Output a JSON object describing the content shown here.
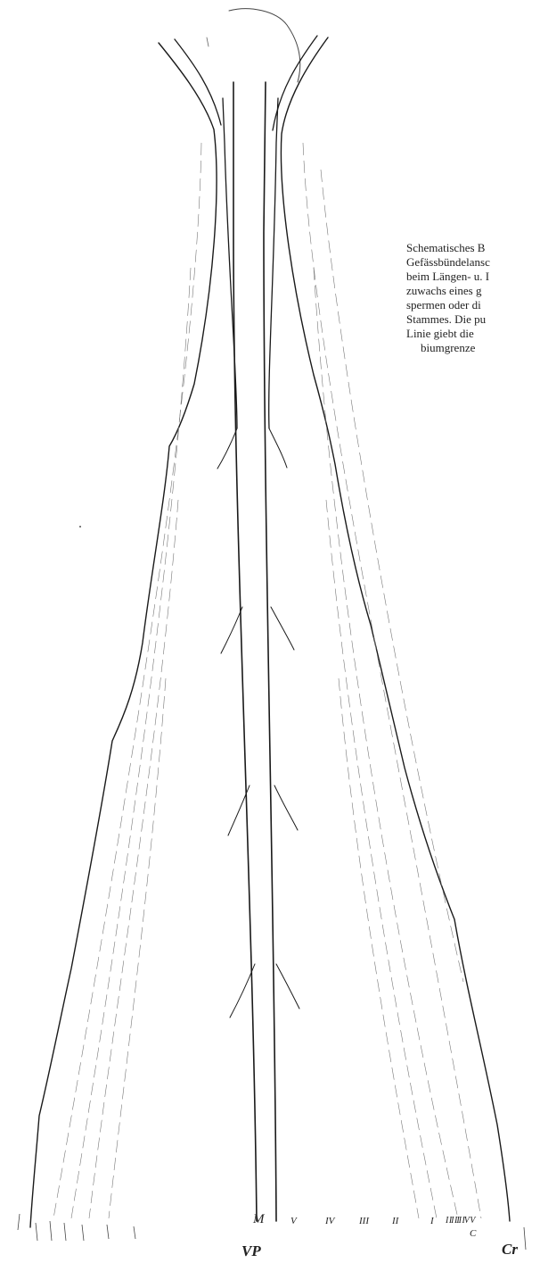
{
  "caption": {
    "lines": [
      "Schematisches B",
      "Gefässbündelansc",
      "beim Längen- u. I",
      "zuwachs eines g",
      "spermen oder di",
      "Stammes. Die pu",
      "Linie giebt die",
      "biumgrenze"
    ]
  },
  "labels": {
    "m": "M",
    "v": "V",
    "iv": "IV",
    "iii": "III",
    "ii": "II",
    "i": "I",
    "iiiiiv": "I II III IV V",
    "c": "C",
    "vp": "VP",
    "cr": "Cr"
  }
}
